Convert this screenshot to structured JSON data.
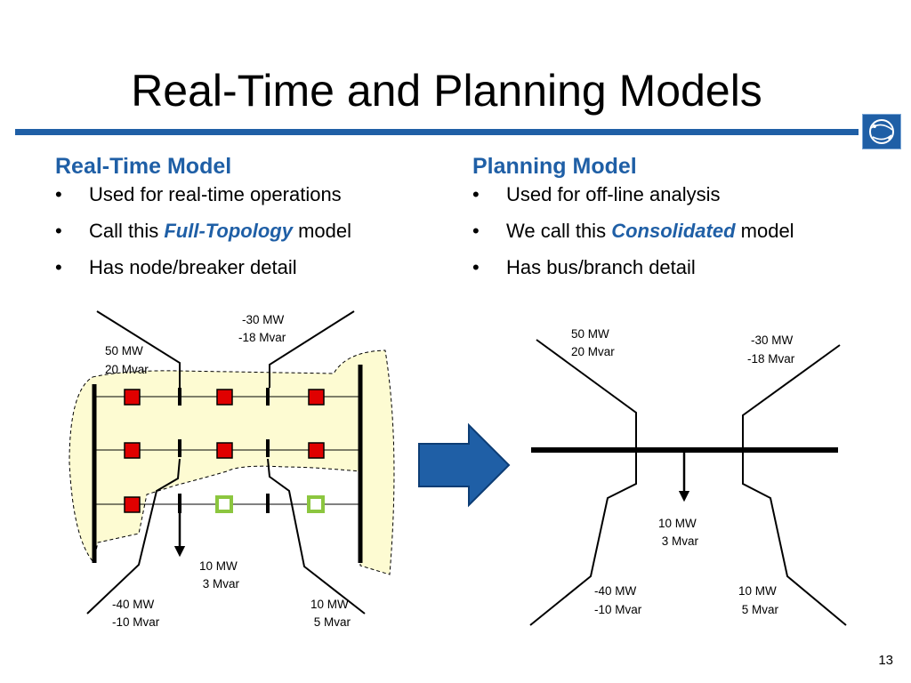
{
  "slide": {
    "title": "Real-Time and Planning Models",
    "page_number": "13"
  },
  "left": {
    "heading": "Real-Time Model",
    "bullet": "•",
    "b1": "Used for real-time operations",
    "b2_pre": "Call this ",
    "b2_emph": "Full-Topology",
    "b2_post": " model",
    "b3": "Has node/breaker detail"
  },
  "right": {
    "heading": "Planning Model",
    "bullet": "•",
    "b1": "Used for off-line analysis",
    "b2_pre": "We call this ",
    "b2_emph": "Consolidated",
    "b2_post": " model",
    "b3": "Has bus/branch detail"
  },
  "diagram_left": {
    "top_right_mw": "-30 MW",
    "top_right_mvar": "-18 Mvar",
    "top_left_mw": "50 MW",
    "top_left_mvar": "20 Mvar",
    "load_mw": "10 MW",
    "load_mvar": " 3 Mvar",
    "bottom_left_mw": "-40 MW",
    "bottom_left_mvar": "-10 Mvar",
    "bottom_right_mw": "10 MW",
    "bottom_right_mvar": " 5 Mvar"
  },
  "diagram_right": {
    "top_left_mw": "50 MW",
    "top_left_mvar": "20 Mvar",
    "top_right_mw": "-30 MW",
    "top_right_mvar": "-18 Mvar",
    "load_mw": "10 MW",
    "load_mvar": " 3 Mvar",
    "bottom_left_mw": "-40 MW",
    "bottom_left_mvar": "-10 Mvar",
    "bottom_right_mw": "10 MW",
    "bottom_right_mvar": " 5 Mvar"
  },
  "colors": {
    "accent_blue": "#1f5fa6",
    "breaker_closed": "#e00000",
    "breaker_open": "#8cc63f",
    "substation_fill": "#fdfbd2"
  }
}
